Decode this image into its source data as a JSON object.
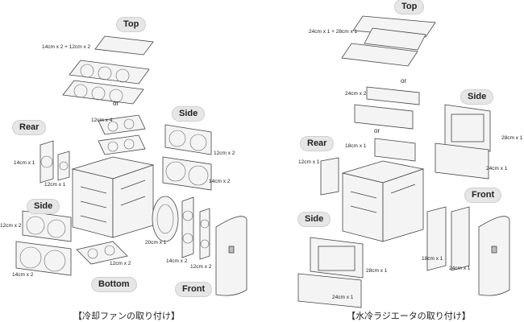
{
  "fans": {
    "labels": {
      "top": "Top",
      "rear": "Rear",
      "side_right": "Side",
      "side_left": "Side",
      "bottom": "Bottom",
      "front": "Front"
    },
    "dimensions": {
      "top": "14cm x 2 + 12cm x 2",
      "rear_top": "12cm x 4",
      "rear_left": "14cm x 1",
      "rear_small": "12cm x 1",
      "side_right_a": "12cm x 2",
      "side_right_b": "14cm x 2",
      "side_left_a": "12cm x 2",
      "side_left_b": "14cm x 2",
      "bottom": "12cm x 2",
      "front_round": "20cm x 1",
      "front_a": "14cm x 2",
      "front_b": "12cm x 2"
    },
    "or": "or",
    "caption": "【冷却ファンの取り付け】"
  },
  "radiators": {
    "labels": {
      "top": "Top",
      "side_right": "Side",
      "rear": "Rear",
      "front": "Front",
      "side_left": "Side"
    },
    "dimensions": {
      "top": "24cm x 1 + 28cm x 1",
      "top_alt": "24cm x 2",
      "top_small": "18cm x 1",
      "side_right_a": "28cm x 1",
      "side_right_b": "24cm x 1",
      "rear": "12cm x 1",
      "front_a": "18cm x 1",
      "front_b": "24cm x 1",
      "side_left_a": "28cm x 1",
      "side_left_b": "24cm x 1"
    },
    "or_1": "or",
    "or_2": "or",
    "caption": "【水冷ラジエータの取り付け】"
  }
}
